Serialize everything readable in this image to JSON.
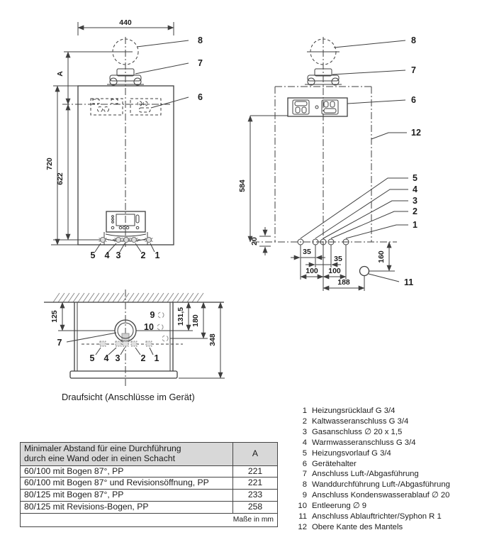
{
  "colors": {
    "line": "#3f3f3f",
    "gray": "#8a8a8a",
    "text": "#1c1c1c",
    "table_header_bg": "#d8d8d8"
  },
  "callouts": {
    "c1": "1",
    "c2": "2",
    "c3": "3",
    "c4": "4",
    "c5": "5",
    "c6": "6",
    "c7": "7",
    "c8": "8",
    "c9": "9",
    "c10": "10",
    "c11": "11",
    "c12": "12"
  },
  "front_view": {
    "dim_width": "440",
    "dim_a": "A",
    "dim_height": "720",
    "dim_connections": "622"
  },
  "connection_view": {
    "dim_top": "584",
    "dim_offset": "20",
    "dim_35_left": "35",
    "dim_35_right": "35",
    "dim_100_left": "100",
    "dim_100_right": "100",
    "dim_188": "188",
    "dim_160": "160"
  },
  "top_view": {
    "caption": "Draufsicht (Anschlüsse im Gerät)",
    "dim_125": "125",
    "dim_131": "131,5",
    "dim_180": "180",
    "dim_348": "348"
  },
  "legend": {
    "items": [
      {
        "num": "1",
        "text": "Heizungsrücklauf G 3/4"
      },
      {
        "num": "2",
        "text": "Kaltwasseranschluss G 3/4"
      },
      {
        "num": "3",
        "text": "Gasanschluss ∅ 20 x 1,5"
      },
      {
        "num": "4",
        "text": "Warmwasseranschluss G 3/4"
      },
      {
        "num": "5",
        "text": "Heizungsvorlauf G 3/4"
      },
      {
        "num": "6",
        "text": "Gerätehalter"
      },
      {
        "num": "7",
        "text": "Anschluss Luft-/Abgasführung"
      },
      {
        "num": "8",
        "text": "Wanddurchführung Luft-/Abgasführung"
      },
      {
        "num": "9",
        "text": "Anschluss Kondenswasserablauf ∅ 20"
      },
      {
        "num": "10",
        "text": "Entleerung ∅ 9"
      },
      {
        "num": "11",
        "text": "Anschluss Ablauftrichter/Syphon R 1"
      },
      {
        "num": "12",
        "text": "Obere Kante des Mantels"
      }
    ]
  },
  "table": {
    "header_line1": "Minimaler Abstand für eine Durchführung",
    "header_line2": "durch eine Wand oder in einen Schacht",
    "header_a": "A",
    "rows": [
      {
        "label": "60/100 mit Bogen 87°, PP",
        "a": "221"
      },
      {
        "label": "60/100 mit Bogen 87° und Revisionsöffnung, PP",
        "a": "221"
      },
      {
        "label": "80/125 mit Bogen 87°, PP",
        "a": "233"
      },
      {
        "label": "80/125 mit Revisions-Bogen, PP",
        "a": "258"
      }
    ],
    "footer": "Maße in mm"
  }
}
